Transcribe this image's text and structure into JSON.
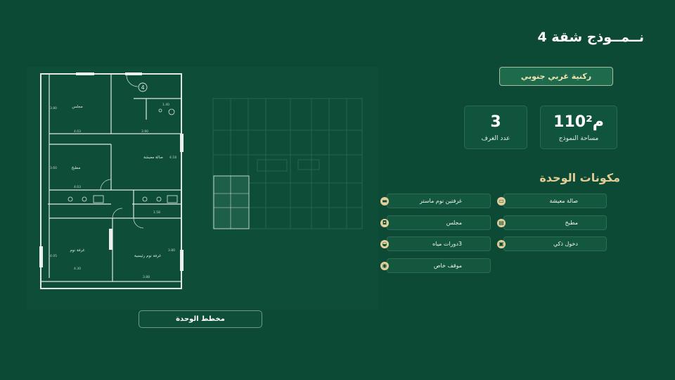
{
  "title": "نــمــوذج شقة 4",
  "orientation": "ركنية غربي جنوبي",
  "stats": {
    "area_value": "110م²",
    "area_label": "مساحة النموذج",
    "rooms_value": "3",
    "rooms_label": "عدد الغرف"
  },
  "components_title": "مكونات الوحدة",
  "components": [
    {
      "label": "صالة معيشة",
      "icon": "sofa-icon"
    },
    {
      "label": "غرفتين نوم ماستر",
      "icon": "bed-icon"
    },
    {
      "label": "مطبخ",
      "icon": "kitchen-icon"
    },
    {
      "label": "مجلس",
      "icon": "majlis-icon"
    },
    {
      "label": "دخول ذكي",
      "icon": "smart-lock-icon"
    },
    {
      "label": "3دورات مياه",
      "icon": "bath-icon"
    },
    {
      "label": "موقف خاص",
      "icon": "parking-icon"
    }
  ],
  "plan": {
    "unit_number": "4",
    "button_label": "مخطط الوحدة",
    "rooms": {
      "majlis": "مجلس",
      "kitchen": "مطبخ",
      "living": "صالة معيشة",
      "bedroom": "غرفة نوم",
      "master": "غرفة نوم رئيسية"
    },
    "dimensions": {
      "majlis_w": "4.03",
      "majlis_h": "3.80",
      "wc_top": "1.40",
      "corr": "3.90",
      "living_h": "4.18",
      "kitchen_h": "3.60",
      "kitchen_w": "4.03",
      "wc_mid": "1.58",
      "bedroom_h": "4.05",
      "bedroom_w": "4.30",
      "master_h": "3.80",
      "master_w": "3.88"
    }
  },
  "colors": {
    "background": "#0d4a35",
    "accent_gold": "#e3cf9b",
    "card": "#11543e"
  }
}
